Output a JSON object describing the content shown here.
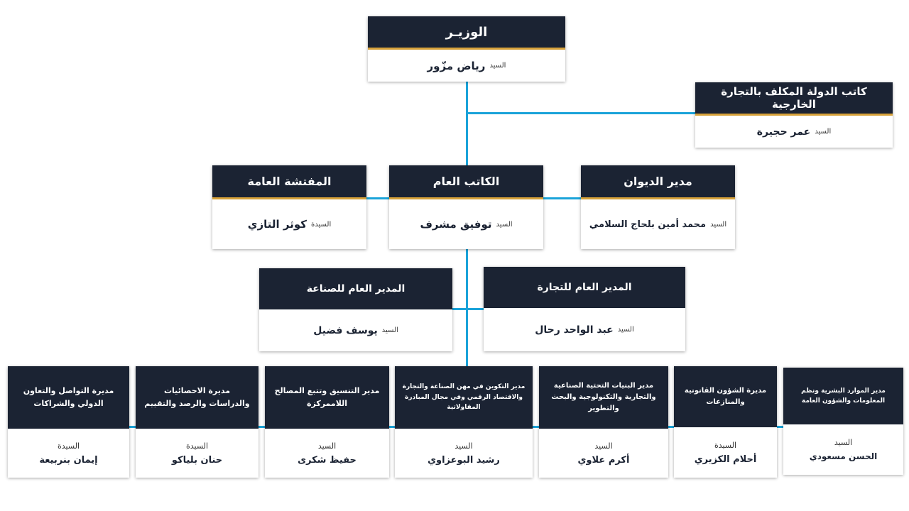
{
  "minister": {
    "role": "الوزيـر",
    "title": "السيد",
    "name": "رياض مزّور"
  },
  "state_secretary": {
    "role": "كاتب الدولة المكلف بالتجارة الخارجية",
    "title": "السيد",
    "name": "عمر حجيرة"
  },
  "inspector": {
    "role": "المفتشة العامة",
    "title": "السيدة",
    "name": "كوثر التازي"
  },
  "secretary_general": {
    "role": "الكاتب العام",
    "title": "السيد",
    "name": "توفيق مشرف"
  },
  "cabinet_director": {
    "role": "مدير الديوان",
    "title": "السيد",
    "name": "محمد أمين بلحاج السلامي"
  },
  "dg_industry": {
    "role": "المدير العام للصناعة",
    "title": "السيد",
    "name": "يوسف فضيل"
  },
  "dg_trade": {
    "role": "المدير العام للتجارة",
    "title": "السيد",
    "name": "عبد الواحد رحال"
  },
  "directors": [
    {
      "role": "مديرة التواصل والتعاون الدولي والشراكات",
      "title": "السيدة",
      "name": "إيمان بنربيعة"
    },
    {
      "role": "مديرة الاحصائيات والدراسات والرصد والتقييم",
      "title": "السيدة",
      "name": "حنان بلياكو"
    },
    {
      "role": "مدير التنسيق وتتبع المصالح اللاممركزة",
      "title": "السيد",
      "name": "حفيظ شكرى"
    },
    {
      "role": "مدير التكوين في مهن الصناعة والتجارة والاقتصاد الرقمي وفي مجال المبادرة المقاولاتية",
      "title": "السيد",
      "name": "رشيد البوعزاوي"
    },
    {
      "role": "مدير البنيات التحتية الصناعية والتجارية والتكنولوجية والبحث والتطوير",
      "title": "السيد",
      "name": "أكرم علاوي"
    },
    {
      "role": "مديرة الشؤون القانونية والمنازعات",
      "title": "السيدة",
      "name": "أحلام الكزيري"
    },
    {
      "role": "مدير الموارد البشرية ونظم المعلومات والشؤون العامة",
      "title": "السيد",
      "name": "الحسن مسعودي"
    }
  ],
  "colors": {
    "header_bg": "#1b2333",
    "accent_gold": "#d8a23a",
    "connector": "#1aa3d9"
  }
}
